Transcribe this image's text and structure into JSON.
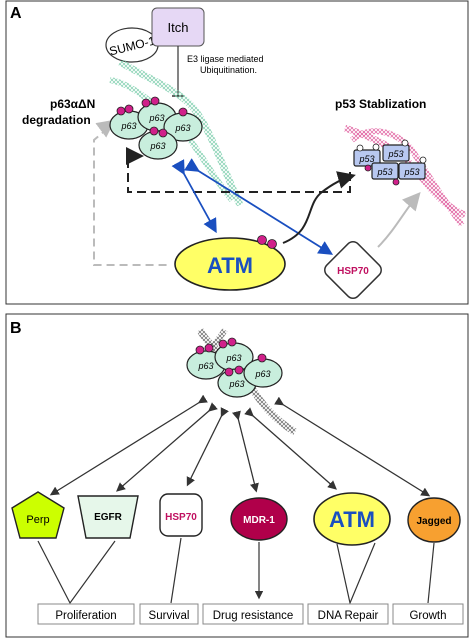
{
  "panel_a": {
    "label": "A",
    "sumo": "SUMO-1",
    "itch": "Itch",
    "e3_line1": "E3 ligase mediated",
    "e3_line2": "Ubiquitination.",
    "degradation_line1": "p63αΔN",
    "degradation_line2": "degradation",
    "p53_stabilization": "p53 Stablization",
    "p63_label": "p63",
    "p53_label": "p53",
    "atm": "ATM",
    "hsp70": "HSP70"
  },
  "panel_b": {
    "label": "B",
    "p63_label": "p63",
    "targets": [
      {
        "label": "Perp",
        "shape": "pentagon",
        "color": "#ccff00"
      },
      {
        "label": "EGFR",
        "shape": "trapezoid",
        "color": "#e6f7ea"
      },
      {
        "label": "HSP70",
        "shape": "rounded-square",
        "color": "#ffffff"
      },
      {
        "label": "MDR-1",
        "shape": "ellipse",
        "color": "#b0004a"
      },
      {
        "label": "ATM",
        "shape": "ellipse",
        "color": "#ffff66"
      },
      {
        "label": "Jagged",
        "shape": "ellipse",
        "color": "#f7a030"
      }
    ],
    "outcomes": [
      "Proliferation",
      "Survival",
      "Drug resistance",
      "DNA Repair",
      "Growth"
    ]
  },
  "colors": {
    "p63_fill": "#c8eedd",
    "p53_fill": "#b8c8f0",
    "magenta": "#d0208a",
    "blue_arrow": "#1a4fc0",
    "dna_green": "#a8e0c8",
    "dna_pink": "#e060a0"
  }
}
